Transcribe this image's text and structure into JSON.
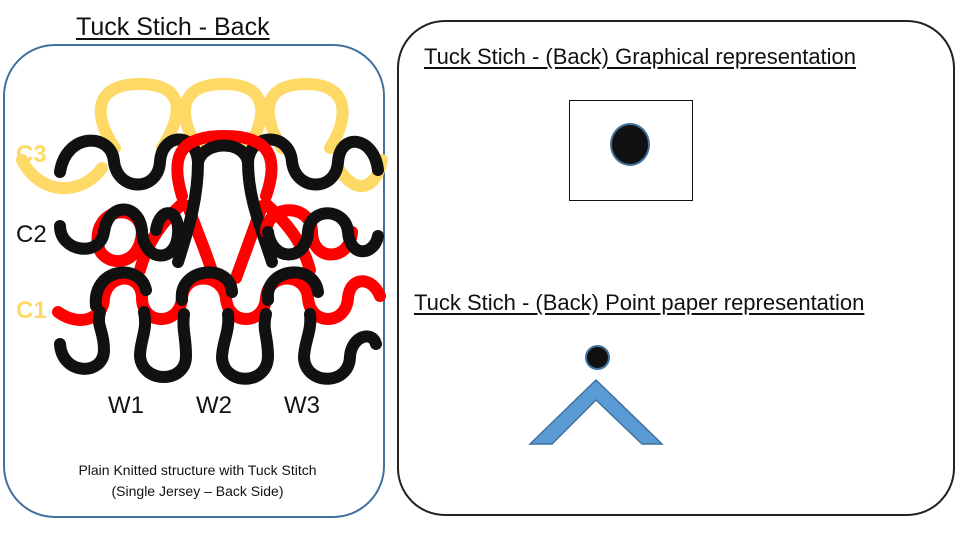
{
  "left_panel": {
    "title": "Tuck Stich -  Back",
    "course_labels": {
      "c3": "C3",
      "c2": "C2",
      "c1": "C1"
    },
    "wale_labels": {
      "w1": "W1",
      "w2": "W2",
      "w3": "W3"
    },
    "caption": {
      "line1": "Plain Knitted structure with Tuck Stitch",
      "line2": "(Single Jersey – Back Side)"
    }
  },
  "right_panel": {
    "graphical_title": "Tuck Stich -  (Back) Graphical representation",
    "point_paper_title": "Tuck Stich -  (Back) Point paper representation"
  },
  "colors": {
    "yellow_yarn": "#ffd966",
    "red_yarn": "#ff0000",
    "black_yarn": "#111111",
    "panel_border": "#41719c",
    "chevron": "#5b9bd5"
  },
  "icons": {
    "graphical_symbol": "tuck-dot-in-square",
    "point_paper_symbol": "tuck-dot-over-chevron"
  }
}
